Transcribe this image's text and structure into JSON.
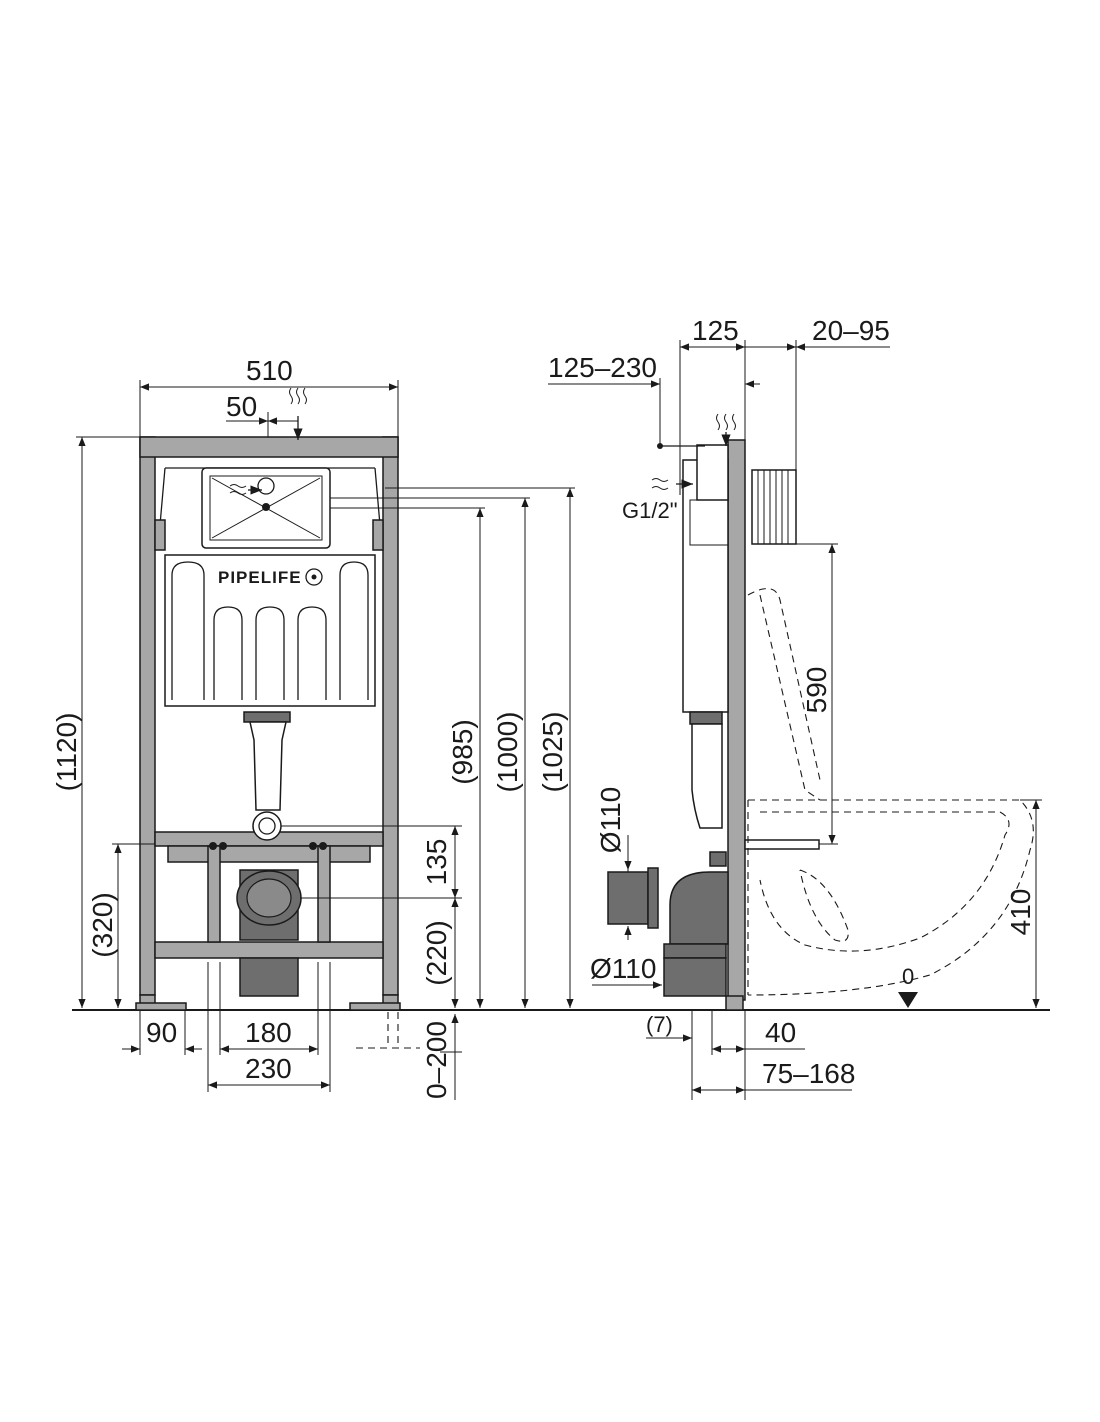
{
  "brand": "PIPELIFE",
  "front_view": {
    "width": "510",
    "offset_top": "50",
    "height_total": "(1120)",
    "height_985": "(985)",
    "height_1000": "(1000)",
    "height_1025": "(1025)",
    "height_135": "135",
    "height_320": "(320)",
    "height_220": "(220)",
    "adjust_0_200": "0–200",
    "foot_90": "90",
    "width_180": "180",
    "width_230": "230"
  },
  "side_view": {
    "depth_125": "125",
    "depth_20_95": "20–95",
    "depth_125_230": "125–230",
    "inlet_thread": "G1/2\"",
    "height_590": "590",
    "pipe_110_top": "Ø110",
    "pipe_110_bottom": "Ø110",
    "height_410": "410",
    "floor_zero": "0",
    "offset_7": "(7)",
    "depth_40": "40",
    "depth_75_168": "75–168"
  }
}
